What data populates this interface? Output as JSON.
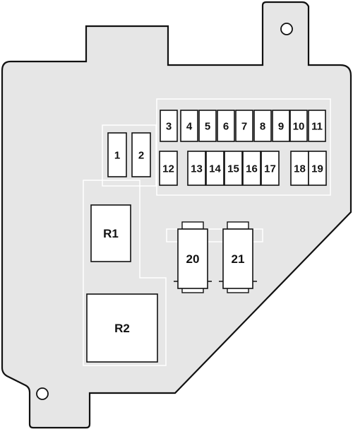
{
  "fuses_top": [
    {
      "id": "fuse-3",
      "label": "3"
    },
    {
      "id": "fuse-4",
      "label": "4"
    },
    {
      "id": "fuse-5",
      "label": "5"
    },
    {
      "id": "fuse-6",
      "label": "6"
    },
    {
      "id": "fuse-7",
      "label": "7"
    },
    {
      "id": "fuse-8",
      "label": "8"
    },
    {
      "id": "fuse-9",
      "label": "9"
    },
    {
      "id": "fuse-10",
      "label": "10"
    },
    {
      "id": "fuse-11",
      "label": "11"
    }
  ],
  "fuses_bottom": [
    {
      "id": "fuse-12",
      "label": "12"
    },
    {
      "id": "fuse-13",
      "label": "13"
    },
    {
      "id": "fuse-14",
      "label": "14"
    },
    {
      "id": "fuse-15",
      "label": "15"
    },
    {
      "id": "fuse-16",
      "label": "16"
    },
    {
      "id": "fuse-17",
      "label": "17"
    },
    {
      "id": "fuse-18",
      "label": "18"
    },
    {
      "id": "fuse-19",
      "label": "19"
    }
  ],
  "fuses_left": [
    {
      "id": "fuse-1",
      "label": "1"
    },
    {
      "id": "fuse-2",
      "label": "2"
    }
  ],
  "maxi_fuses": [
    {
      "id": "fuse-20",
      "label": "20"
    },
    {
      "id": "fuse-21",
      "label": "21"
    }
  ],
  "relays": [
    {
      "id": "relay-r1",
      "label": "R1"
    },
    {
      "id": "relay-r2",
      "label": "R2"
    }
  ]
}
